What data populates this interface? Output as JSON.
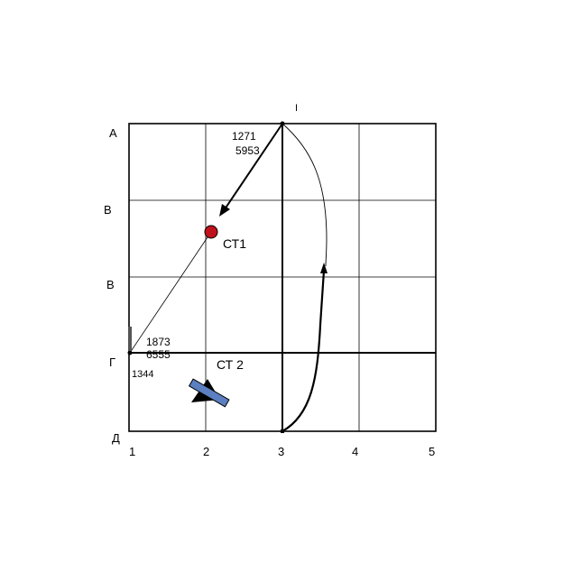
{
  "top_marker": "I",
  "row_labels": [
    "А",
    "В",
    "В",
    "Г",
    "Д"
  ],
  "column_labels": [
    "1",
    "2",
    "3",
    "4",
    "5"
  ],
  "point_a": {
    "line1": "1271",
    "line2": "5953"
  },
  "point_b": {
    "line1": "1873",
    "line2": "6555",
    "line3": "1344"
  },
  "stations": {
    "st1": "СТ1",
    "st2": "СТ 2"
  },
  "colors": {
    "grid": "#000000",
    "station_fill": "#c0121c",
    "aircraft_fill": "#5b7fc0",
    "marker_post": "#555555"
  }
}
